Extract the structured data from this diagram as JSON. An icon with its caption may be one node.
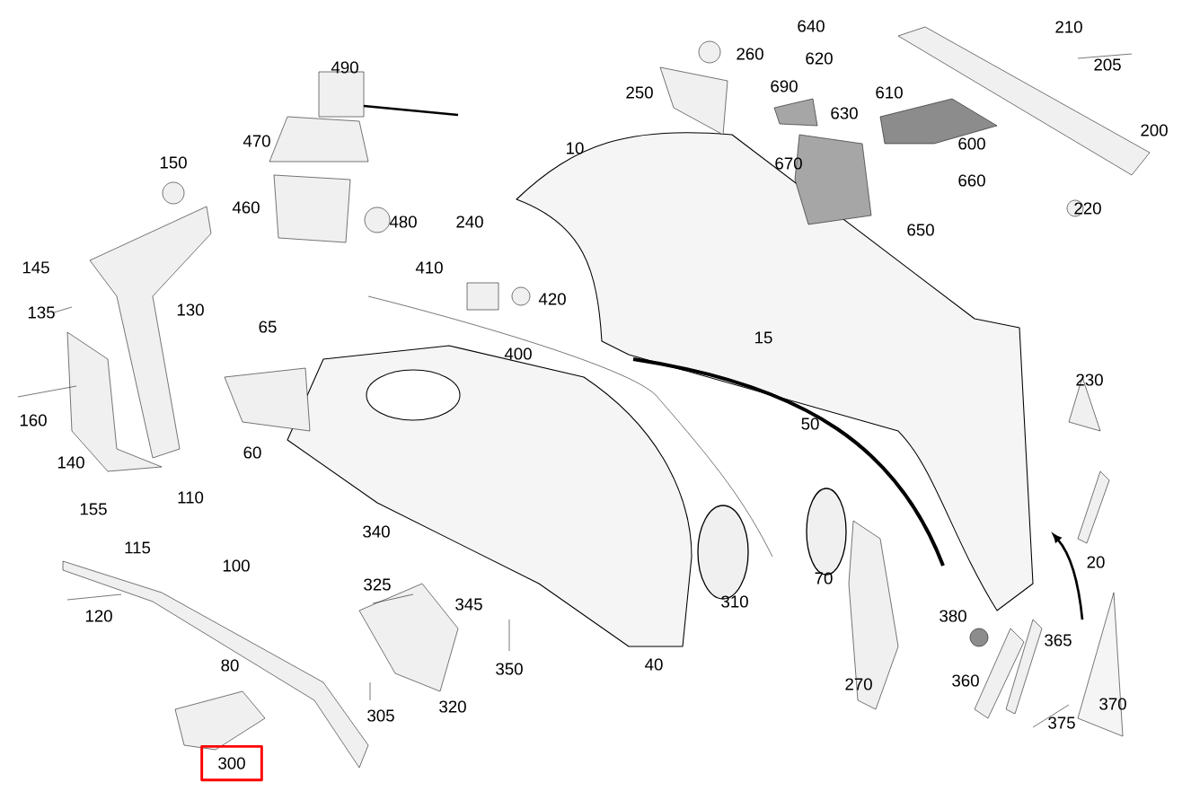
{
  "diagram": {
    "nodes": [
      {
        "text": [
          "300"
        ]
      }
    ],
    "labels": [
      "640",
      "210",
      "260",
      "620",
      "205",
      "490",
      "690",
      "250",
      "610",
      "630",
      "470",
      "200",
      "600",
      "10",
      "150",
      "670",
      "660",
      "460",
      "220",
      "480",
      "240",
      "650",
      "145",
      "410",
      "130",
      "420",
      "135",
      "65",
      "15",
      "400",
      "230",
      "160",
      "50",
      "60",
      "140",
      "110",
      "155",
      "340",
      "20",
      "100",
      "115",
      "70",
      "325",
      "345",
      "310",
      "120",
      "380",
      "365",
      "80",
      "40",
      "350",
      "360",
      "270",
      "370",
      "320",
      "305",
      "375"
    ]
  }
}
